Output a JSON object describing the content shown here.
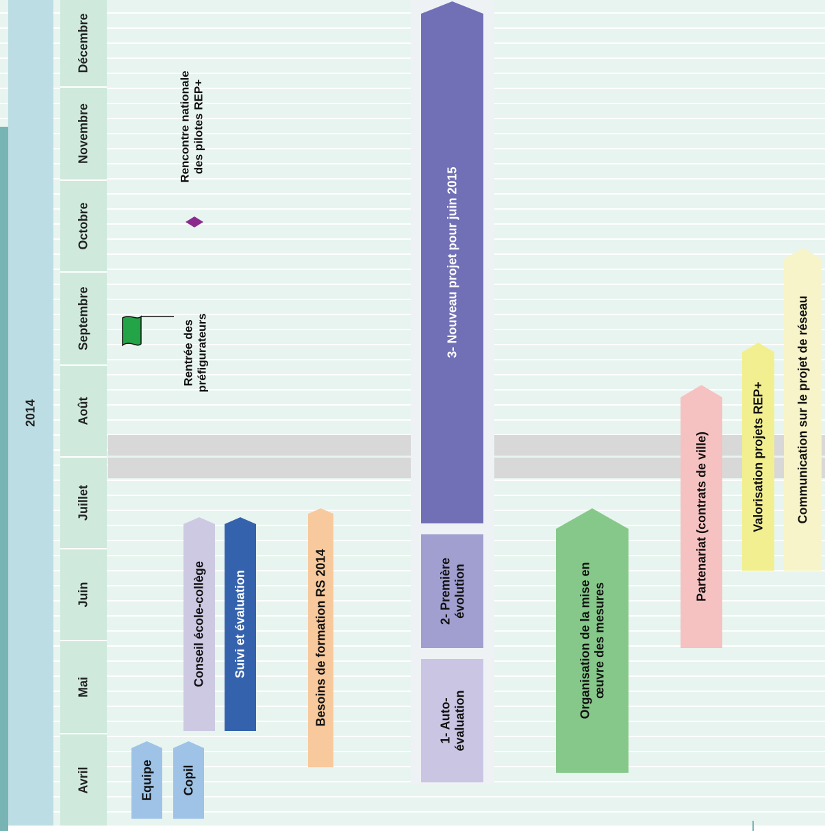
{
  "year": "2014",
  "months": [
    "Décembre",
    "Novembre",
    "Octobre",
    "Septembre",
    "Août",
    "Juillet",
    "Juin",
    "Mai",
    "Avril"
  ],
  "colors": {
    "background": "#e8f4ef",
    "month_cell": "#cfe9dc",
    "year_band": "#bcdde3",
    "holiday_band": "#d8d8d8",
    "equipe": "#9fc3e7",
    "copil": "#9fc3e7",
    "conseil": "#cdc9e3",
    "suivi": "#3462ad",
    "besoins": "#f7c99c",
    "auto": "#c9c5e3",
    "premiere": "#a19fd0",
    "nouveau": "#7170b6",
    "organisation": "#86c88a",
    "partenariat": "#f6c1c1",
    "valorisation": "#f2ef91",
    "communication": "#f8f4c9",
    "flag": "#22a447",
    "diamond": "#8b2a8e"
  },
  "milestones": {
    "rentree": "Rentrée des\npréfigurateurs",
    "rencontre": "Rencontre nationale\ndes pilotes REP+"
  },
  "bars": {
    "equipe": "Equipe",
    "copil": "Copil",
    "conseil": "Conseil école-collège",
    "suivi": "Suivi et évaluation",
    "besoins": "Besoins de formation RS 2014",
    "auto": "1- Auto-\névaluation",
    "premiere": "2- Première\névolution",
    "nouveau": "3- Nouveau projet pour juin 2015",
    "organisation": "Organisation de la mise en\nœuvre des mesures",
    "partenariat": "Partenariat (contrats de ville)",
    "valorisation": "Valorisation projets REP+",
    "communication": "Communication sur le projet de réseau"
  }
}
